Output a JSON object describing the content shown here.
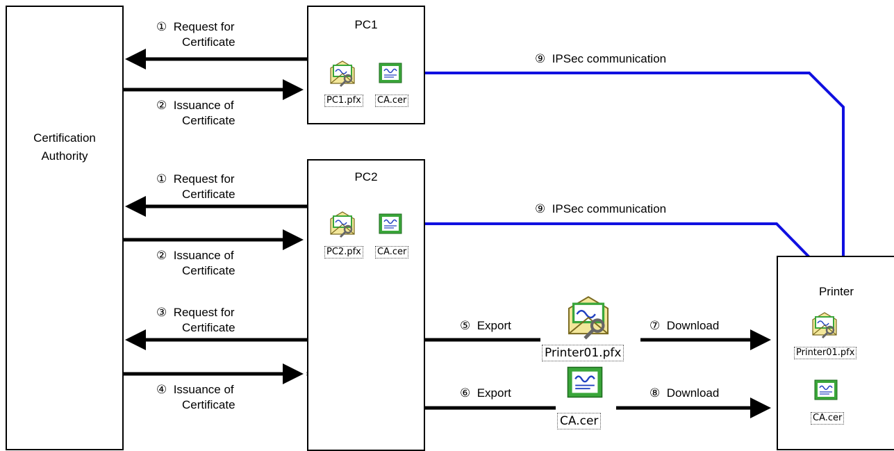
{
  "ca": {
    "title": "Certification\nAuthority"
  },
  "pc1": {
    "title": "PC1",
    "files": [
      "PC1.pfx",
      "CA.cer"
    ]
  },
  "pc2": {
    "title": "PC2",
    "files": [
      "PC2.pfx",
      "CA.cer"
    ]
  },
  "printer": {
    "title": "Printer",
    "files": [
      "Printer01.pfx",
      "CA.cer"
    ]
  },
  "exported_files": [
    "Printer01.pfx",
    "CA.cer"
  ],
  "steps": {
    "pc1_request": {
      "num": "①",
      "line1": "Request for",
      "line2": "Certificate"
    },
    "pc1_issuance": {
      "num": "②",
      "line1": "Issuance of",
      "line2": "Certificate"
    },
    "pc2_request": {
      "num": "①",
      "line1": "Request for",
      "line2": "Certificate"
    },
    "pc2_issuance": {
      "num": "②",
      "line1": "Issuance of",
      "line2": "Certificate"
    },
    "printer_request": {
      "num": "③",
      "line1": "Request for",
      "line2": "Certificate"
    },
    "printer_issuance": {
      "num": "④",
      "line1": "Issuance of",
      "line2": "Certificate"
    },
    "export_pfx": {
      "num": "⑤",
      "text": "Export"
    },
    "export_cer": {
      "num": "⑥",
      "text": "Export"
    },
    "download_pfx": {
      "num": "⑦",
      "text": "Download"
    },
    "download_cer": {
      "num": "⑧",
      "text": "Download"
    },
    "ipsec_pc1": {
      "num": "⑨",
      "text": "IPSec communication"
    },
    "ipsec_pc2": {
      "num": "⑨",
      "text": "IPSec communication"
    }
  },
  "icons": {
    "pfx": "certificate-key-envelope-icon",
    "cer": "certificate-icon"
  },
  "colors": {
    "ipsec_line": "#1010e0",
    "arrow": "#000000",
    "cert_green": "#3aa63a"
  }
}
